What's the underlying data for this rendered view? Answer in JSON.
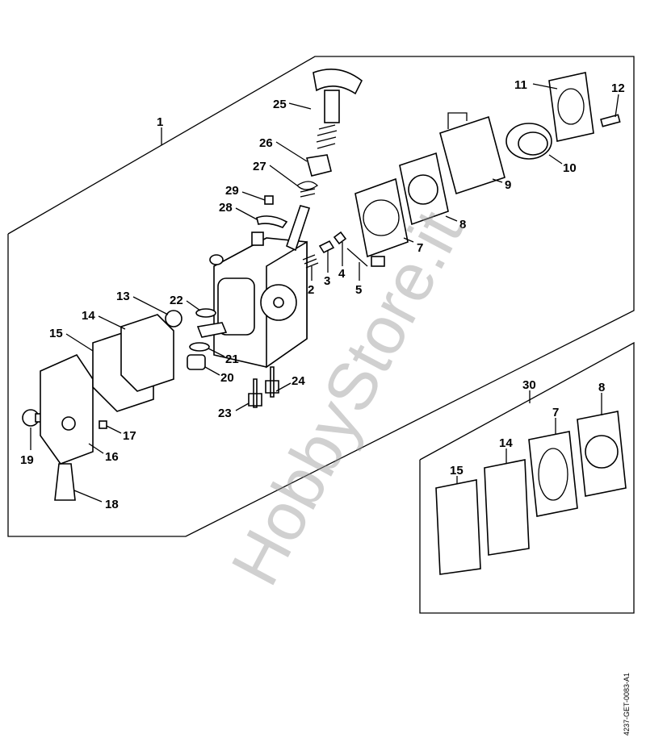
{
  "diagram": {
    "callouts": [
      "1",
      "2",
      "3",
      "4",
      "5",
      "7",
      "8",
      "9",
      "10",
      "11",
      "12",
      "13",
      "14",
      "15",
      "16",
      "17",
      "18",
      "19",
      "20",
      "21",
      "22",
      "23",
      "24",
      "25",
      "26",
      "27",
      "28",
      "29",
      "30",
      "8",
      "7",
      "14",
      "15"
    ],
    "watermark": "HobbyStore.it",
    "drawing_code": "4237-GET-0083-A1"
  }
}
